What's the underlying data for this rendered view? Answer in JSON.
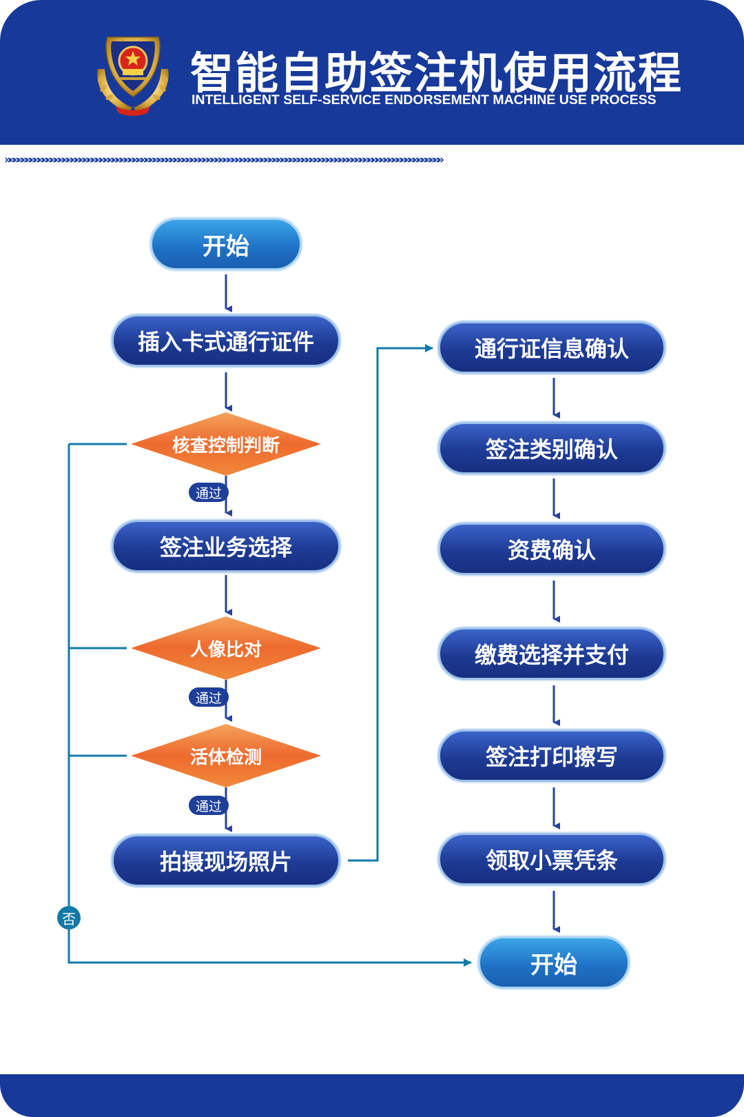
{
  "header": {
    "title": "智能自助签注机使用流程",
    "subtitle": "INTELLIGENT SELF-SERVICE ENDORSEMENT MACHINE USE PROCESS",
    "emblem_icon": "police-emblem-icon",
    "chevron_row": "»»»»»»»»»»»»»»»»»»»»»»»»»»»»»»»»»»»»»»»»»»»»»»»»»»»»»»»»»»»»»»»»»»»»»»»»»»»»»»»»»»»»»»»»»»»»»»»»»»»»»»»»»»"
  },
  "colors": {
    "brand_blue": "#17399a",
    "connector_teal": "#1279a8",
    "arrow_blue": "#27449c",
    "decision_orange": "#ef7632"
  },
  "left_column": {
    "start": "开始",
    "insert_card": "插入卡式通行证件",
    "check_control": "核查控制判断",
    "business_select": "签注业务选择",
    "face_compare": "人像比对",
    "liveness": "活体检测",
    "take_photo": "拍摄现场照片"
  },
  "badges": {
    "pass": "通过",
    "no": "否"
  },
  "right_column": {
    "permit_confirm": "通行证信息确认",
    "type_confirm": "签注类别确认",
    "fee_confirm": "资费确认",
    "pay_select": "缴费选择并支付",
    "print_endorse": "签注打印擦写",
    "receipt": "领取小票凭条",
    "end": "开始"
  }
}
